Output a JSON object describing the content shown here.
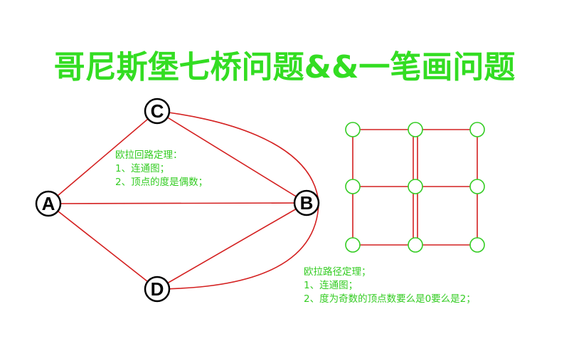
{
  "title": "哥尼斯堡七桥问题&&一笔画问题",
  "colors": {
    "title": "#33dd22",
    "edge": "#d42020",
    "node_stroke": "#000000",
    "grid_node": "#33cc22",
    "note_text": "#33cc22"
  },
  "graph": {
    "nodes": [
      "A",
      "B",
      "C",
      "D"
    ],
    "edges": [
      [
        "A",
        "C"
      ],
      [
        "A",
        "B"
      ],
      [
        "A",
        "D"
      ],
      [
        "C",
        "B"
      ],
      [
        "C",
        "B"
      ],
      [
        "D",
        "B"
      ],
      [
        "D",
        "B"
      ]
    ]
  },
  "euler_circuit_note": {
    "heading": "欧拉回路定理：",
    "items": [
      "1、连通图；",
      "2、顶点的度是偶数；"
    ]
  },
  "euler_path_note": {
    "heading": "欧拉路径定理；",
    "items": [
      "1、连通图；",
      "2、度为奇数的顶点数要么是0要么是2；"
    ]
  },
  "grid": {
    "rows": 3,
    "cols": 3
  }
}
